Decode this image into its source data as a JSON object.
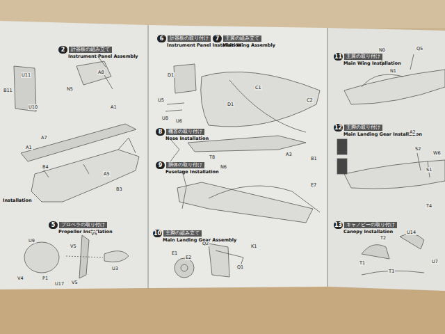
{
  "diagram": {
    "nodes": [
      {
        "text": [
          "Installation"
        ]
      },
      {
        "text": [
          "2",
          "計器板の組み立て",
          "Instrument Panel Assembly"
        ]
      },
      {
        "text": [
          "5",
          "プロペラの取り付け",
          "Propeller Installation"
        ]
      },
      {
        "text": [
          "6",
          "計器板の取り付け",
          "Instrument Panel Installation"
        ]
      },
      {
        "text": [
          "7",
          "主翼の組み立て",
          "Main Wing Assembly"
        ]
      },
      {
        "text": [
          "8",
          "機首の取り付け",
          "Nose Installation"
        ]
      },
      {
        "text": [
          "9",
          "胴体の取り付け",
          "Fuselage Installation"
        ]
      },
      {
        "text": [
          "10",
          "主脚の組み立て",
          "Main Landing Gear Assembly"
        ]
      },
      {
        "text": [
          "11",
          "主翼の取り付け",
          "Main Wing Installation"
        ]
      },
      {
        "text": [
          "12",
          "主脚の取り付け",
          "Main Landing Gear Installation"
        ]
      },
      {
        "text": [
          "13",
          "キャノピーの取り付け",
          "Canopy Installation"
        ]
      }
    ],
    "labels": [
      "U11",
      "U10",
      "B11",
      "A8",
      "N5",
      "A1",
      "A7",
      "A1",
      "B4",
      "A5",
      "B3",
      "U9",
      "V5",
      "V5",
      "V4",
      "P1",
      "U17",
      "U3",
      "V5",
      "U5",
      "U8",
      "U6",
      "D1",
      "C1",
      "C2",
      "D1",
      "T8",
      "N6",
      "A3",
      "B1",
      "E7",
      "K1",
      "E1",
      "E2",
      "Q2",
      "Q1",
      "N0",
      "Q5",
      "N1",
      "A2",
      "S2",
      "W6",
      "S1",
      "T4",
      "U14",
      "T1",
      "T2",
      "T3",
      "U7"
    ]
  }
}
